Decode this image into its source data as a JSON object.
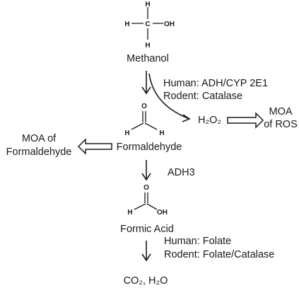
{
  "nodes": {
    "methanol": "Methanol",
    "formaldehyde": "Formaldehyde",
    "formic_acid": "Formic Acid",
    "end_products": "CO₂, H₂O",
    "h2o2": "H₂O₂"
  },
  "enzymes": {
    "step1_human": "Human: ADH/CYP 2E1",
    "step1_rodent": "Rodent: Catalase",
    "step2": "ADH3",
    "step3_human": "Human: Folate",
    "step3_rodent": "Rodent: Folate/Catalase"
  },
  "outcomes": {
    "ros_line1": "MOA",
    "ros_line2": "of ROS",
    "formaldehyde_line1": "MOA of",
    "formaldehyde_line2": "Formaldehyde"
  },
  "atoms": {
    "hydrogen": "H",
    "carbon": "C",
    "oxygen": "O",
    "hydroxyl": "OH"
  }
}
